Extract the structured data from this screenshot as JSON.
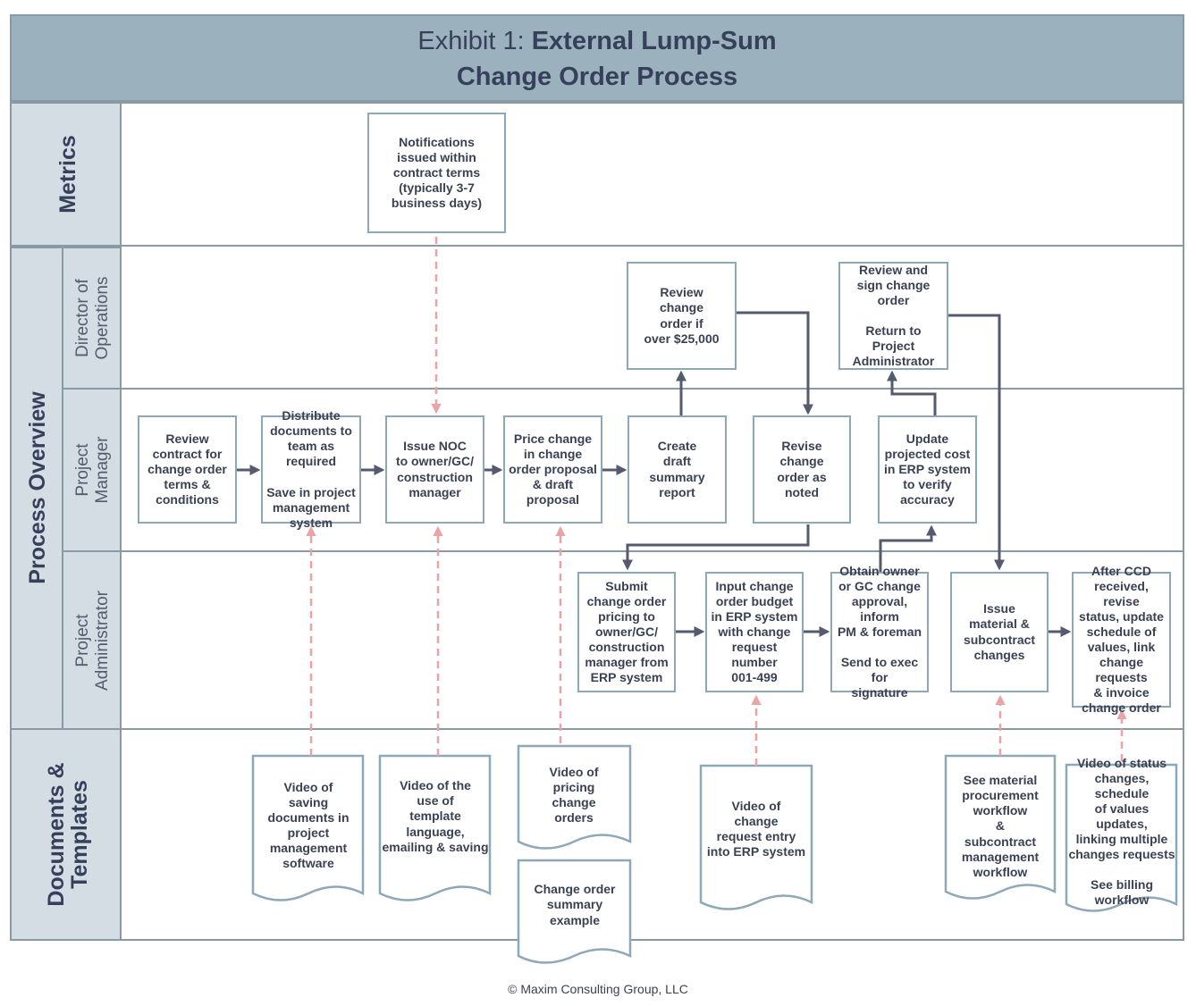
{
  "header": {
    "title_prefix": "Exhibit 1: ",
    "title_bold": "External Lump-Sum",
    "title_line2": "Change Order Process"
  },
  "lanes": {
    "metrics": "Metrics",
    "process_overview": "Process Overview",
    "director": "Director of\nOperations",
    "project_manager": "Project\nManager",
    "project_administrator": "Project\nAdministrator",
    "documents": "Documents &\nTemplates"
  },
  "steps": {
    "metric_notifications": "Notifications\nissued within\ncontract terms\n(typically 3-7\nbusiness days)",
    "review_change_order": "Review\nchange\norder if\nover $25,000",
    "review_sign": "Review and\nsign change\norder\n\nReturn to Project\nAdministrator",
    "review_contract": "Review\ncontract for\nchange order\nterms &\nconditions",
    "distribute_documents": "Distribute\ndocuments to\nteam as required\n\nSave in project\nmanagement\nsystem",
    "issue_noc": "Issue NOC\nto owner/GC/\nconstruction\nmanager",
    "price_change": "Price change\nin change\norder proposal\n& draft\nproposal",
    "create_draft": "Create\ndraft\nsummary\nreport",
    "revise_change_order": "Revise\nchange\norder as\nnoted",
    "update_projected": "Update\nprojected cost\nin ERP system\nto verify\naccuracy",
    "submit_pricing": "Submit\nchange order\npricing to\nowner/GC/\nconstruction\nmanager from\nERP system",
    "input_budget": "Input change\norder budget\nin ERP system\nwith change\nrequest number\n001-499",
    "obtain_approval": "Obtain owner\nor GC change\napproval, inform\nPM & foreman\n\nSend to exec for\nsignature",
    "issue_material": "Issue\nmaterial &\nsubcontract\nchanges",
    "after_ccd": "After CCD\nreceived, revise\nstatus, update\nschedule of\nvalues, link\nchange requests\n& invoice\nchange order"
  },
  "documents": {
    "video_saving": "Video of\nsaving\ndocuments in\nproject\nmanagement\nsoftware",
    "video_template": "Video of the\nuse of\ntemplate\nlanguage,\nemailing & saving",
    "video_pricing": "Video of\npricing\nchange\norders",
    "change_order_summary": "Change order\nsummary\nexample",
    "video_change_request": "Video of\nchange\nrequest entry\ninto ERP system",
    "see_material": "See material\nprocurement\nworkflow\n&\nsubcontract\nmanagement\nworkflow",
    "video_status": "Video of status\nchanges, schedule\nof values updates,\nlinking multiple\nchanges requests\n\nSee billing\nworkflow"
  },
  "footer": {
    "copyright": "© Maxim Consulting Group, LLC"
  },
  "colors": {
    "header_bg": "#9bb1bd",
    "lane_bg": "#d3dde3",
    "box_border": "#8ea8b7",
    "solid_arrow": "#555a6e",
    "dashed_arrow": "#eba3a8"
  }
}
